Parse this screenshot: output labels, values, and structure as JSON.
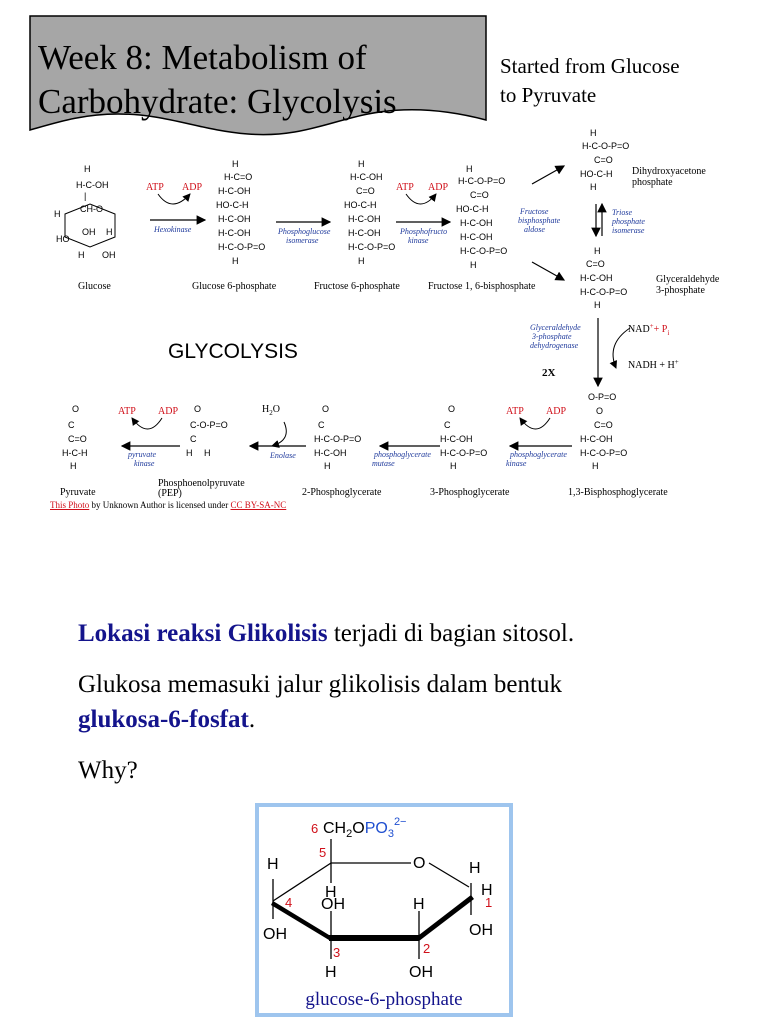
{
  "slide": {
    "title_line1": "Week 8: Metabolism of",
    "title_line2": "Carbohydrate: Glycolysis",
    "subtitle_line1": "Started from Glucose",
    "subtitle_line2": "to Pyruvate"
  },
  "diagram": {
    "heading": "GLYCOLYSIS",
    "multiplier": "2X",
    "compounds": {
      "glucose": "Glucose",
      "g6p": "Glucose 6-phosphate",
      "f6p": "Fructose 6-phosphate",
      "f16bp": "Fructose 1, 6-bisphosphate",
      "dhap_1": "Dihydroxyacetone",
      "dhap_2": "phosphate",
      "gap_1": "Glyceraldehyde",
      "gap_2": "3-phosphate",
      "bpg13": "1,3-Bisphosphoglycerate",
      "pg3": "3-Phosphoglycerate",
      "pg2": "2-Phosphoglycerate",
      "pep_1": "Phosphoenolpyruvate",
      "pep_2": "(PEP)",
      "pyruvate": "Pyruvate"
    },
    "enzymes": {
      "hexokinase": "Hexokinase",
      "pgi_1": "Phosphoglucose",
      "pgi_2": "isomerase",
      "pfk_1": "Phosphofructo",
      "pfk_2": "kinase",
      "aldolase_1": "Fructose",
      "aldolase_2": "bisphosphate",
      "aldolase_3": "aldose",
      "tpi_1": "Triose",
      "tpi_2": "phosphate",
      "tpi_3": "isomerase",
      "gapdh_1": "Glyceraldehyde",
      "gapdh_2": "3-phosphate",
      "gapdh_3": "dehydrogenase",
      "pgk_1": "phosphoglycerate",
      "pgk_2": "kinase",
      "pgm_1": "phosphoglycerate",
      "pgm_2": "mutase",
      "enolase": "Enolase",
      "pk_1": "pyruvate",
      "pk_2": "kinase"
    },
    "cofactors": {
      "atp": "ATP",
      "adp": "ADP",
      "nad": "NAD",
      "plus_pi": "+ P",
      "pi_sub": "i",
      "nadh": "NADH + H",
      "water": "H",
      "water_sub": "2",
      "water_o": "O"
    },
    "credit": {
      "photo_link": "This Photo",
      "middle": " by Unknown Author is licensed under ",
      "license_link": "CC BY-SA-NC"
    }
  },
  "body": {
    "line1_bold": "Lokasi reaksi Glikolisis",
    "line1_rest": " terjadi di bagian  sitosol.",
    "line2": "Glukosa memasuki jalur glikolisis dalam bentuk",
    "line3_bold": "glukosa-6-fosfat",
    "line3_rest": ".",
    "line4": "Why?"
  },
  "g6p_figure": {
    "caption": "glucose-6-phosphate",
    "group": "CH",
    "group_sub": "2",
    "group_o": "O",
    "phosphate": "PO",
    "phosphate_sub": "3",
    "charge": "2−",
    "ring_o": "O",
    "h": "H",
    "oh": "OH",
    "numbers": [
      "1",
      "2",
      "3",
      "4",
      "5",
      "6"
    ]
  },
  "colors": {
    "banner": "#a6a6a6",
    "navy": "#14148c",
    "red": "#d0101a",
    "enzyme_blue": "#1f3a9c",
    "box_border": "#9ec5ee"
  }
}
